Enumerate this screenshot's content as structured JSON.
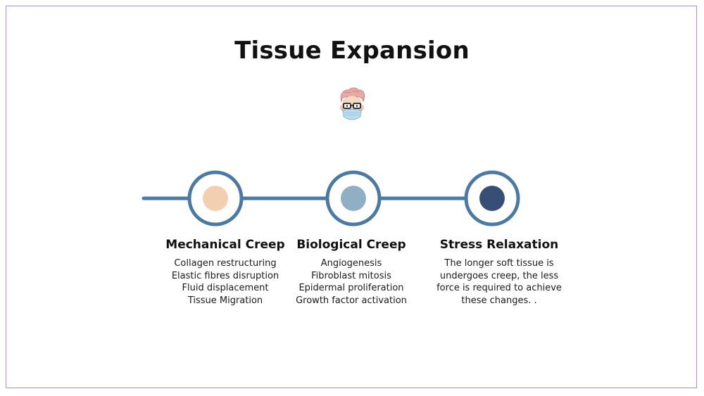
{
  "title": "Tissue Expansion",
  "avatar_icon": "surgeon-avatar-with-glasses-and-mask-icon",
  "colors": {
    "frame_border": "#a98be0",
    "timeline_line": "#4a7aa3",
    "ring": "#4a7aa3",
    "step_1_dot": "#f3cfb2",
    "step_2_dot": "#8fafc4",
    "step_3_dot": "#374f74"
  },
  "steps": [
    {
      "heading": "Mechanical Creep",
      "lines": [
        "Collagen restructuring",
        "Elastic fibres disruption",
        "Fluid displacement",
        "Tissue Migration"
      ]
    },
    {
      "heading": "Biological Creep",
      "lines": [
        "Angiogenesis",
        "Fibroblast mitosis",
        "Epidermal proliferation",
        "Growth factor activation"
      ]
    },
    {
      "heading": "Stress Relaxation",
      "lines": [
        "The longer soft tissue is",
        "undergoes creep, the less",
        "force is required to achieve",
        "these changes. ."
      ]
    }
  ]
}
